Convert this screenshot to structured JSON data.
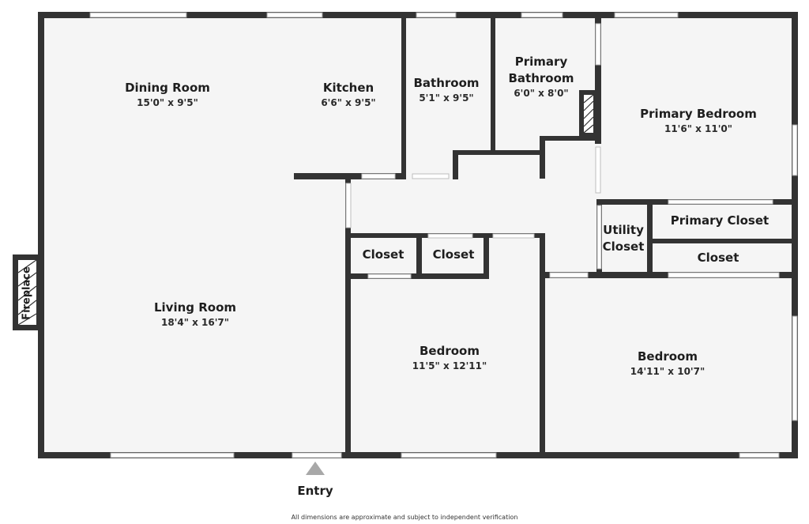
{
  "rooms": {
    "dining_room": {
      "name": "Dining Room",
      "dims": "15'0\" x 9'5\""
    },
    "kitchen": {
      "name": "Kitchen",
      "dims": "6'6\" x 9'5\""
    },
    "bathroom": {
      "name": "Bathroom",
      "dims": "5'1\" x 9'5\""
    },
    "primary_bathroom": {
      "name_line1": "Primary",
      "name_line2": "Bathroom",
      "dims": "6'0\" x 8'0\""
    },
    "primary_bedroom": {
      "name": "Primary Bedroom",
      "dims": "11'6\" x 11'0\""
    },
    "utility_closet": {
      "name_line1": "Utility",
      "name_line2": "Closet"
    },
    "primary_closet": {
      "name": "Primary Closet"
    },
    "closet_right": {
      "name": "Closet"
    },
    "closet_1": {
      "name": "Closet"
    },
    "closet_2": {
      "name": "Closet"
    },
    "living_room": {
      "name": "Living Room",
      "dims": "18'4\" x 16'7\""
    },
    "bedroom_center": {
      "name": "Bedroom",
      "dims": "11'5\" x 12'11\""
    },
    "bedroom_right": {
      "name": "Bedroom",
      "dims": "14'11\" x 10'7\""
    }
  },
  "fireplace": "Fireplace",
  "entry": "Entry",
  "disclaimer": "All dimensions are approximate and subject to independent verification",
  "colors": {
    "wall": "#333333",
    "floor": "#f5f5f5",
    "window": "#ffffff",
    "window_edge": "#9a9a9a",
    "entry_arrow": "#a8a8a8"
  }
}
